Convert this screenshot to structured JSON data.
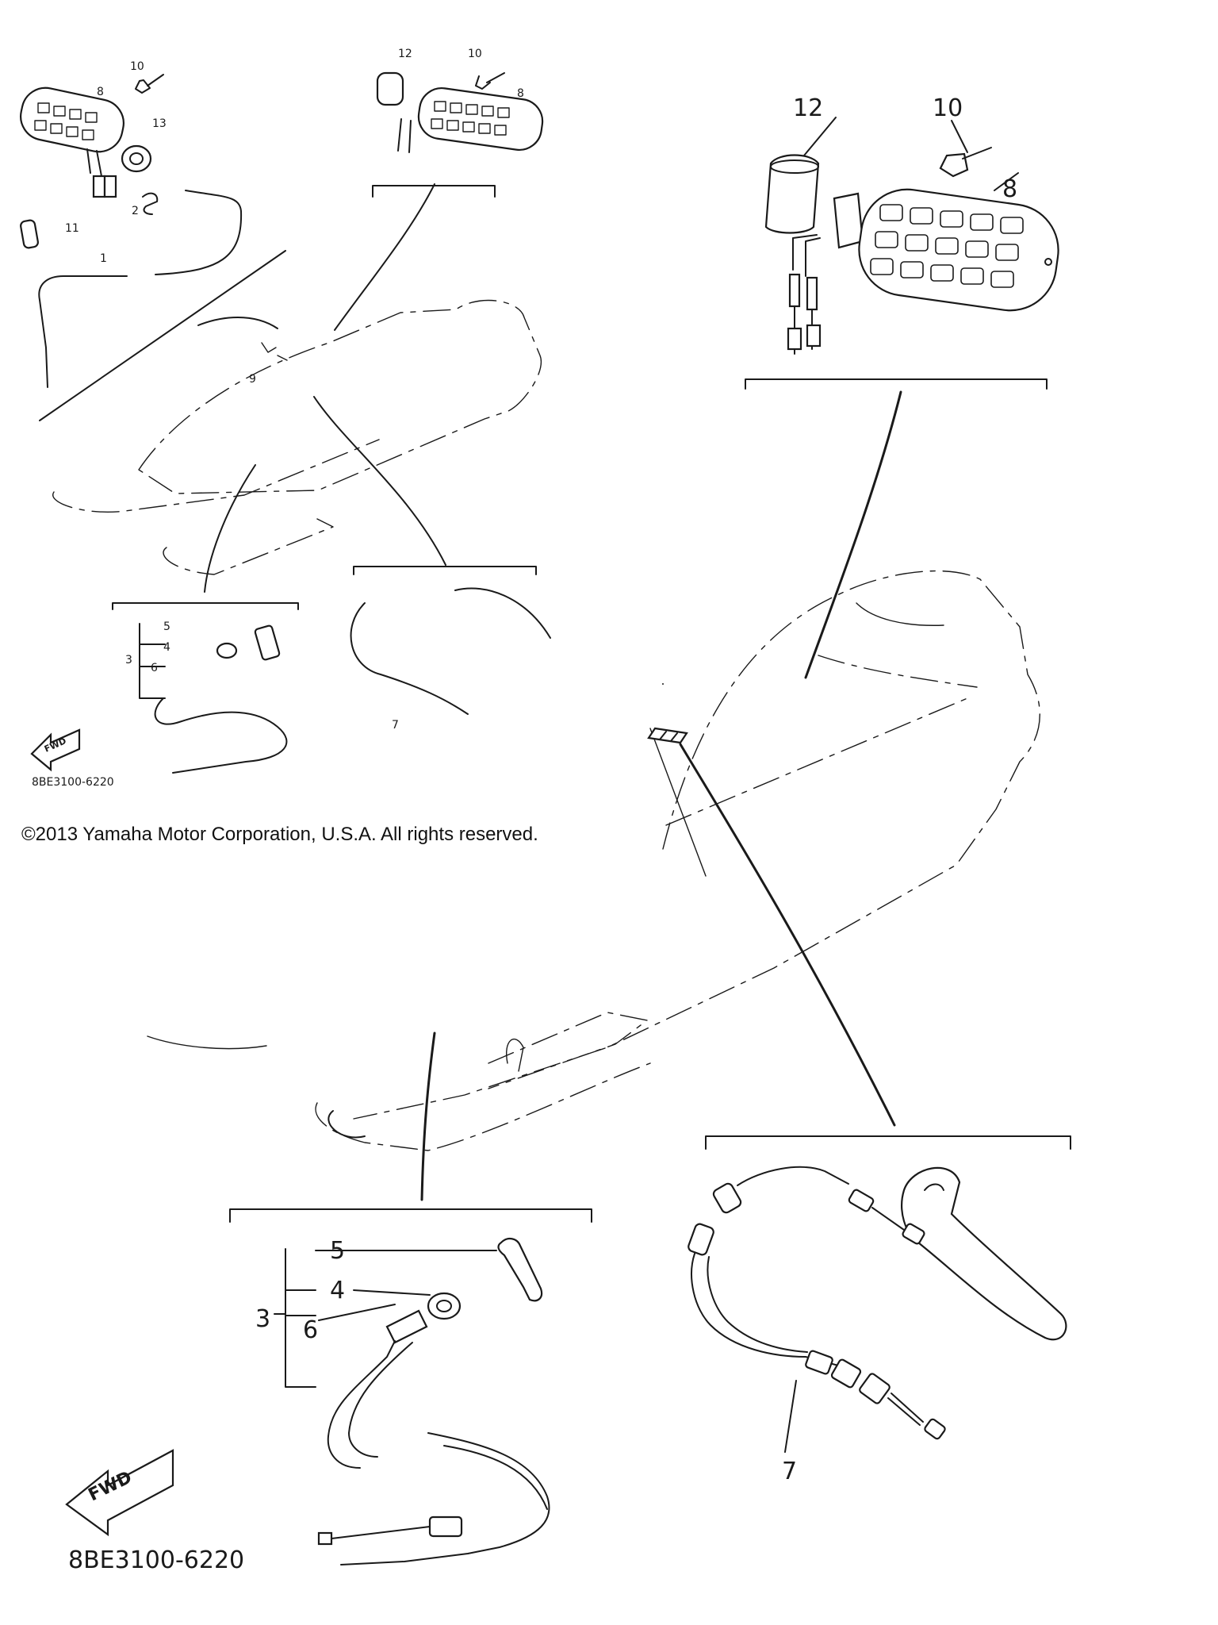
{
  "diagram_code": "8BE3100-6220",
  "copyright": "©2013 Yamaha Motor Corporation, U.S.A. All rights reserved.",
  "direction_label": "FWD",
  "parts": {
    "p1": "1",
    "p2": "2",
    "p3": "3",
    "p4": "4",
    "p5": "5",
    "p6": "6",
    "p7": "7",
    "p8": "8",
    "p9": "9",
    "p10": "10",
    "p11": "11",
    "p12": "12",
    "p13": "13"
  }
}
